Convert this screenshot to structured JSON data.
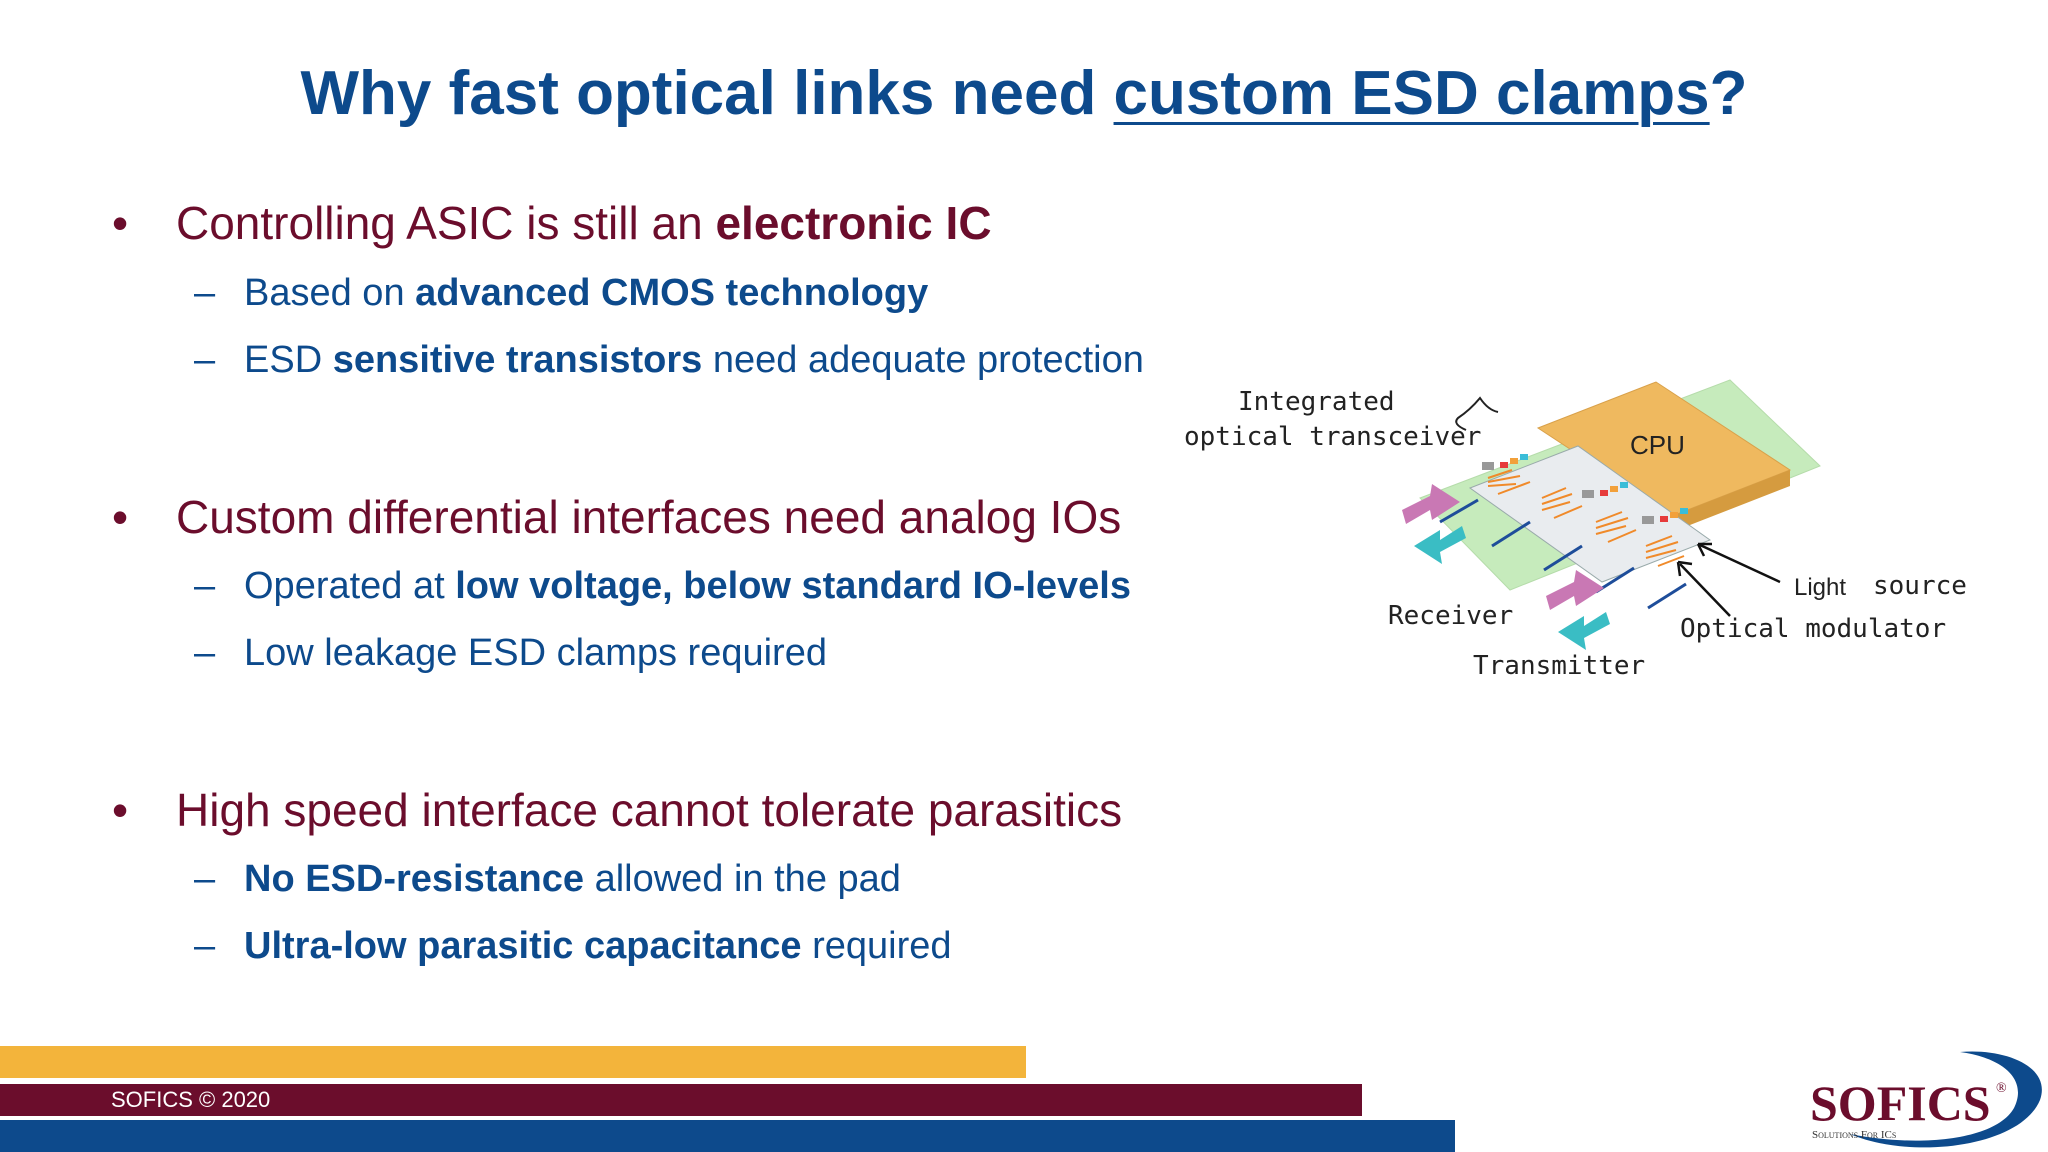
{
  "title": {
    "prefix": "Why fast optical links need ",
    "underlined": "custom ESD clamps",
    "suffix": "?"
  },
  "bullets": [
    {
      "bullet": "•",
      "parts": [
        "Controlling ASIC is still an ",
        "electronic IC"
      ],
      "subs": [
        {
          "dash": "–",
          "parts": [
            "Based on ",
            "advanced CMOS technology"
          ]
        },
        {
          "dash": "–",
          "parts": [
            "ESD ",
            "sensitive transistors",
            " need adequate protection"
          ]
        }
      ]
    },
    {
      "bullet": "•",
      "parts": [
        "Custom differential interfaces need analog IOs"
      ],
      "subs": [
        {
          "dash": "–",
          "parts": [
            "Operated at ",
            "low voltage, below standard IO-levels"
          ]
        },
        {
          "dash": "–",
          "parts": [
            "Low leakage ESD clamps required"
          ]
        }
      ]
    },
    {
      "bullet": "•",
      "parts": [
        "High speed interface cannot tolerate parasitics"
      ],
      "subs": [
        {
          "dash": "–",
          "parts": [
            "No ESD-resistance",
            " allowed in the pad"
          ]
        },
        {
          "dash": "–",
          "parts": [
            "Ultra-low parasitic capacitance",
            " required"
          ]
        }
      ]
    }
  ],
  "diagram": {
    "label_integrated_line1": "Integrated",
    "label_integrated_line2": "optical transceiver",
    "label_cpu": "CPU",
    "label_light_a": "Light",
    "label_light_b": "source",
    "label_receiver": "Receiver",
    "label_optical_modulator": "Optical modulator",
    "label_transmitter": "Transmitter"
  },
  "footer": {
    "copyright": "SOFICS © 2020"
  },
  "logo": {
    "name": "SOFICS",
    "registered": "®",
    "tagline": "Solutions For ICs"
  },
  "colors": {
    "title_blue": "#0d4a8c",
    "maroon": "#6b0d2c",
    "orange": "#f3b43b",
    "cpu_gold": "#e9b25a",
    "board_green": "#c6ebbc"
  }
}
